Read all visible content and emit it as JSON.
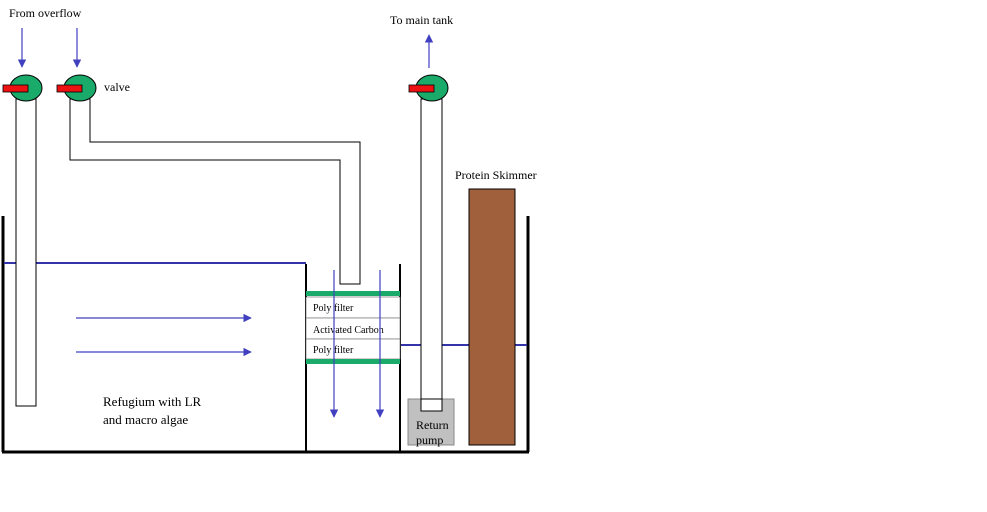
{
  "labels": {
    "from_overflow": "From overflow",
    "to_main_tank": "To main tank",
    "valve": "valve",
    "protein_skimmer": "Protein Skimmer",
    "poly_filter_top": "Poly filter",
    "activated_carbon": "Activated Carbon",
    "poly_filter_bottom": "Poly filter",
    "refugium_line1": "Refugium with LR",
    "refugium_line2": "and macro algae",
    "return_pump_line1": "Return",
    "return_pump_line2": "pump"
  },
  "colors": {
    "arrow": "#4040c0",
    "water_line": "#3333aa",
    "valve_body": "#1aaa6a",
    "valve_handle": "#ee1111",
    "filter_bar": "#1aaa6a",
    "skimmer": "#a0603c",
    "pump": "#c0c0c0",
    "tank_wall": "#000000"
  }
}
